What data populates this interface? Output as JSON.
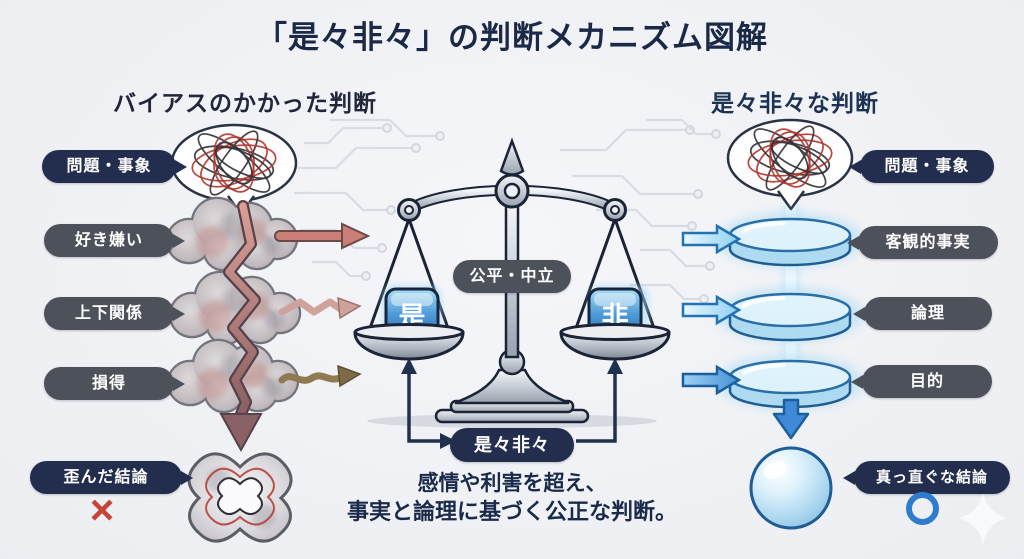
{
  "title": "「是々非々」の判断メカニズム図解",
  "left_panel": {
    "heading": "バイアスのかかった判断",
    "labels": [
      "問題・事象",
      "好き嫌い",
      "上下関係",
      "損得",
      "歪んだ結論"
    ],
    "result_mark": "×"
  },
  "center_panel": {
    "scale_label": "公平・中立",
    "pan_left_char": "是",
    "pan_right_char": "非",
    "mechanism_label": "是々非々",
    "caption": [
      "感情や利害を超え、",
      "事実と論理に基づく公正な判断。"
    ]
  },
  "right_panel": {
    "heading": "是々非々な判断",
    "labels": [
      "問題・事象",
      "客観的事実",
      "論理",
      "目的",
      "真っ直ぐな結論"
    ],
    "result_mark": "○"
  },
  "colors": {
    "title_navy": "#1b2947",
    "navy_pill": "#232e4e",
    "gray_pill": "#4d525a",
    "red_accent": "#c9423a",
    "blue_accent": "#2e7ccd",
    "cube_blue": "#2f7cc2",
    "scale_silver": "#c7ccd5",
    "cloud_gray": "#bdb5b8",
    "glass_blue": "#bfe4f8"
  }
}
